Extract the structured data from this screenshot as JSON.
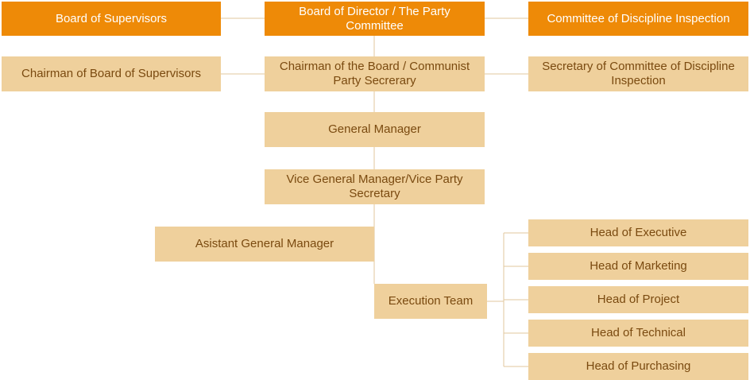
{
  "org_chart": {
    "colors": {
      "top_fill": "#ee8a07",
      "top_text": "#ffffff",
      "sub_fill": "#efd09c",
      "sub_text": "#7a4a10",
      "connector": "#e2c79c"
    },
    "nodes": {
      "board_of_supervisors": "Board of Supervisors",
      "board_of_director": "Board of Director / The Party Committee",
      "committee_discipline": "Committee of Discipline Inspection",
      "chairman_supervisors": "Chairman of Board of Supervisors",
      "chairman_board": "Chairman of the Board / Communist Party Secrerary",
      "secretary_discipline": "Secretary of Committee of Discipline Inspection",
      "general_manager": "General Manager",
      "vice_general_manager": "Vice General Manager/Vice Party Secretary",
      "assistant_general_manager": "Asistant General Manager",
      "execution_team": "Execution Team",
      "head_executive": "Head of Executive",
      "head_marketing": "Head of Marketing",
      "head_project": "Head of Project",
      "head_technical": "Head of Technical",
      "head_purchasing": "Head of Purchasing"
    }
  }
}
